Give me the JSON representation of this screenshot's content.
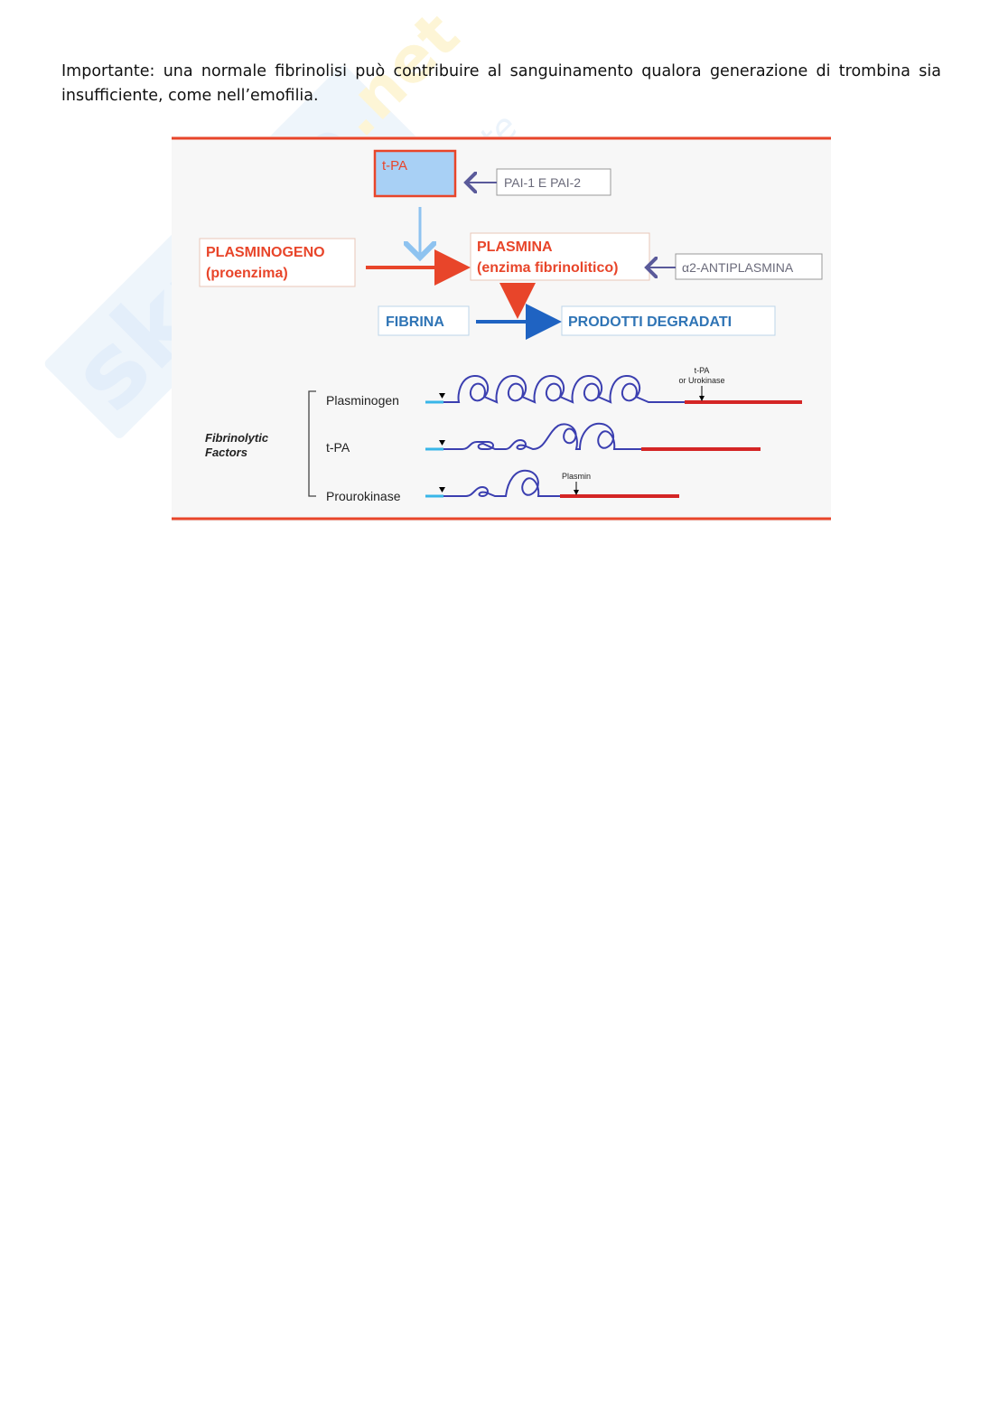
{
  "paragraph": "Importante: una normale fibrinolisi può contribuire al sanguinamento qualora generazione di trombina sia insufficiente, come nell’emofilia.",
  "watermark": {
    "brand": "skuola.net",
    "tagline": "il paradiso dello studente"
  },
  "diagram": {
    "tpa_box": "t-PA",
    "pai_box": "PAI-1 E PAI-2",
    "plasminogeno_line1": "PLASMINOGENO",
    "plasminogeno_line2": "(proenzima)",
    "plasmina_line1": "PLASMINA",
    "plasmina_line2": "(enzima fibrinolitico)",
    "antiplasmina_box": "α2-ANTIPLASMINA",
    "fibrina_box": "FIBRINA",
    "prodotti_box": "PRODOTTI DEGRADATI"
  },
  "factors": {
    "group_label_line1": "Fibrinolytic",
    "group_label_line2": "Factors",
    "plasminogen": "Plasminogen",
    "tpa": "t-PA",
    "prourokinase": "Prourokinase",
    "cleave_label_line1": "t-PA",
    "cleave_label_line2": "or Urokinase",
    "plasmin_label": "Plasmin"
  },
  "colors": {
    "accent_red": "#e8452a",
    "blue_text": "#2f74b5",
    "light_blue_box": "#a8d0f5",
    "kringle_blue": "#3b3fb0",
    "signal_cyan": "#38b6e8",
    "protease_red": "#d42525"
  }
}
